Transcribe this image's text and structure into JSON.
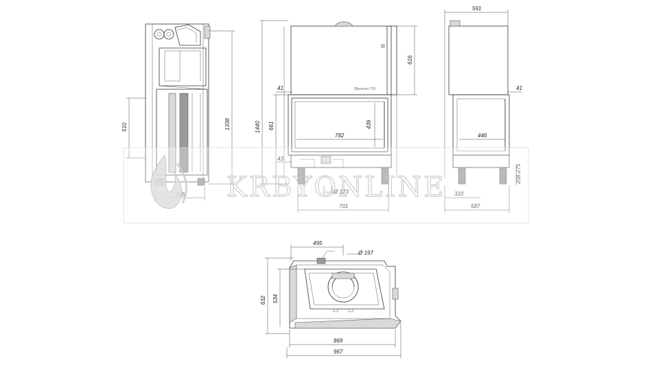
{
  "dimensions": {
    "side_depth": "365",
    "side_firebox_height": "510",
    "side_total_height": "1338",
    "front_total_height": "1440",
    "front_door_height": "661",
    "front_top_height": "616",
    "front_left_gap": "41",
    "front_glass_width": "782",
    "front_glass_height": "439",
    "front_bottom": "43",
    "front_outlet": "Ø 123",
    "front_base_width": "701",
    "right_total_width": "591",
    "right_gap": "41",
    "right_glass_width": "446",
    "right_leg_height": "208-275",
    "right_leg_offset": "310",
    "right_base_width": "587",
    "top_offset": "495",
    "top_flue": "Ø 197",
    "top_depth_outer": "632",
    "top_depth_inner": "534",
    "top_width_inner": "869",
    "top_width_outer": "967"
  },
  "logo_text": "KRBYONLINE",
  "brand_plate": "brunner 770"
}
